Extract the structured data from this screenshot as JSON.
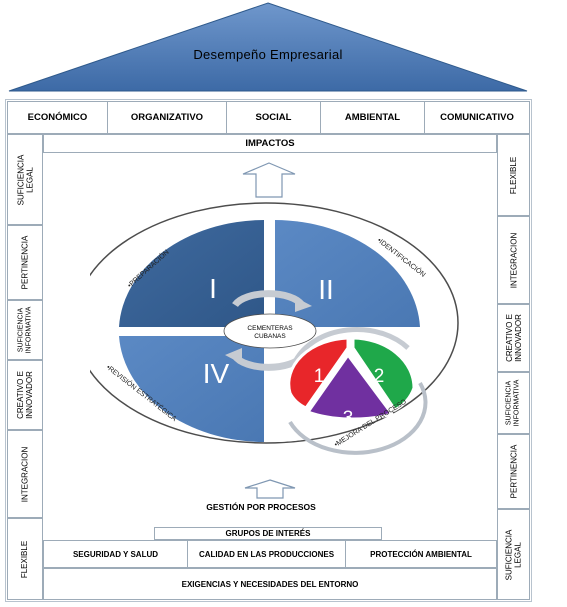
{
  "roof": {
    "title": "Desempeño Empresarial",
    "color": "#4f7ebb"
  },
  "dimensions": [
    "ECONÓMICO",
    "ORGANIZATIVO",
    "SOCIAL",
    "AMBIENTAL",
    "COMUNICATIVO"
  ],
  "impacts_label": "IMPACTOS",
  "left_pillar": [
    "SUFICIENCIA\nLEGAL",
    "PERTINENCIA",
    "SUFICIENCIA\nINFORMATIVA",
    "CREATIVO E\nINNOVADOR",
    "INTEGRACION",
    "FLEXIBLE"
  ],
  "right_pillar": [
    "FLEXIBLE",
    "INTEGRACION",
    "CREATIVO E\nINNOVADOR",
    "SUFICIENCIA\nINFORMATIVA",
    "PERTINENCIA",
    "SUFICIENCIA\nLEGAL"
  ],
  "cycle": {
    "center_label": "CEMENTERAS CUBANAS",
    "quadrants": [
      "I",
      "II",
      "IV"
    ],
    "stage_labels": [
      "•PREPARACIÓN",
      "•IDENTIFICACIÓN",
      "•REVISIÓN ESTRATÉGICA",
      "•MEJORA DEL PROCESO"
    ],
    "improvement_steps": [
      {
        "label": "1",
        "color": "#e8262a"
      },
      {
        "label": "2",
        "color": "#1fa84a"
      },
      {
        "label": "3",
        "color": "#7030a0"
      }
    ]
  },
  "process_label": "GESTIÓN POR PROCESOS",
  "stakeholders_label": "GRUPOS DE INTERÉS",
  "foundations": [
    "SEGURIDAD Y SALUD",
    "CALIDAD EN LAS PRODUCCIONES",
    "PROTECCIÓN AMBIENTAL"
  ],
  "base_label": "EXIGENCIAS Y NECESIDADES DEL ENTORNO",
  "colors": {
    "dark_blue": "#3a6396",
    "mid_blue": "#4f7ebb",
    "border": "#9dabb8"
  }
}
